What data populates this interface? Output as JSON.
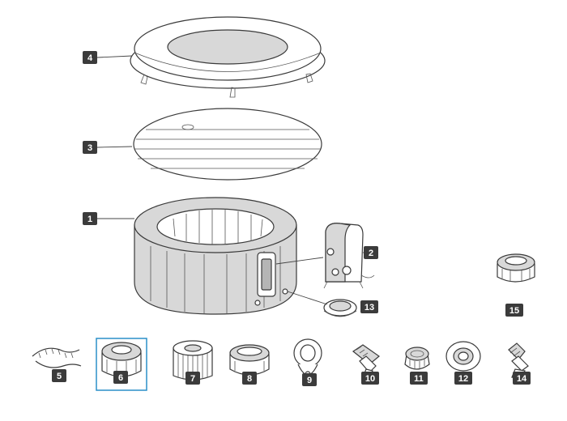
{
  "diagram": {
    "labels": {
      "p1": "1",
      "p2": "2",
      "p3": "3",
      "p4": "4",
      "p5": "5",
      "p6": "6",
      "p7": "7",
      "p8": "8",
      "p9": "9",
      "p10": "10",
      "p11": "11",
      "p12": "12",
      "p13": "13",
      "p14": "14",
      "p15": "15"
    },
    "selected_part": "6",
    "colors": {
      "badge": "#3b3b3b",
      "selection": "#2a8fc9",
      "tub_body": "#d8d8d8"
    }
  }
}
